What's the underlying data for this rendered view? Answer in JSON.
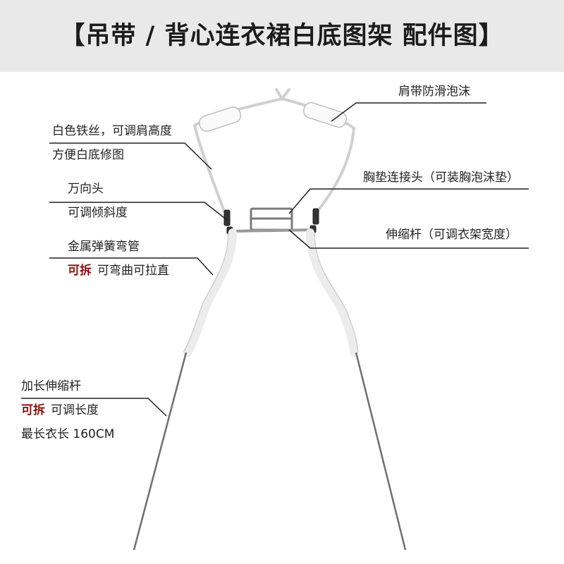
{
  "header": {
    "title": "【吊带 / 背心连衣裙白底图架 配件图】"
  },
  "callouts": {
    "shoulder_foam": {
      "line1": "肩带防滑泡沫"
    },
    "wire": {
      "line1": "白色铁丝，可调肩高度",
      "line2": "方便白底修图"
    },
    "swivel": {
      "line1": "万向头",
      "line2": "可调倾斜度"
    },
    "chest_pad": {
      "line1": "胸垫连接头（可装胸泡沫垫）"
    },
    "telescopic": {
      "line1": "伸缩杆（可调衣架宽度）"
    },
    "spring_tube": {
      "line1": "金属弹簧弯管",
      "red": "可拆",
      "line2": "可弯曲可拉直"
    },
    "extension": {
      "line1": "加长伸缩杆",
      "red": "可拆",
      "line2": "可调长度",
      "line3": "最长衣长 160CM"
    }
  },
  "colors": {
    "accent_red": "#8b1111",
    "title_bg": "#e9e9e9"
  }
}
